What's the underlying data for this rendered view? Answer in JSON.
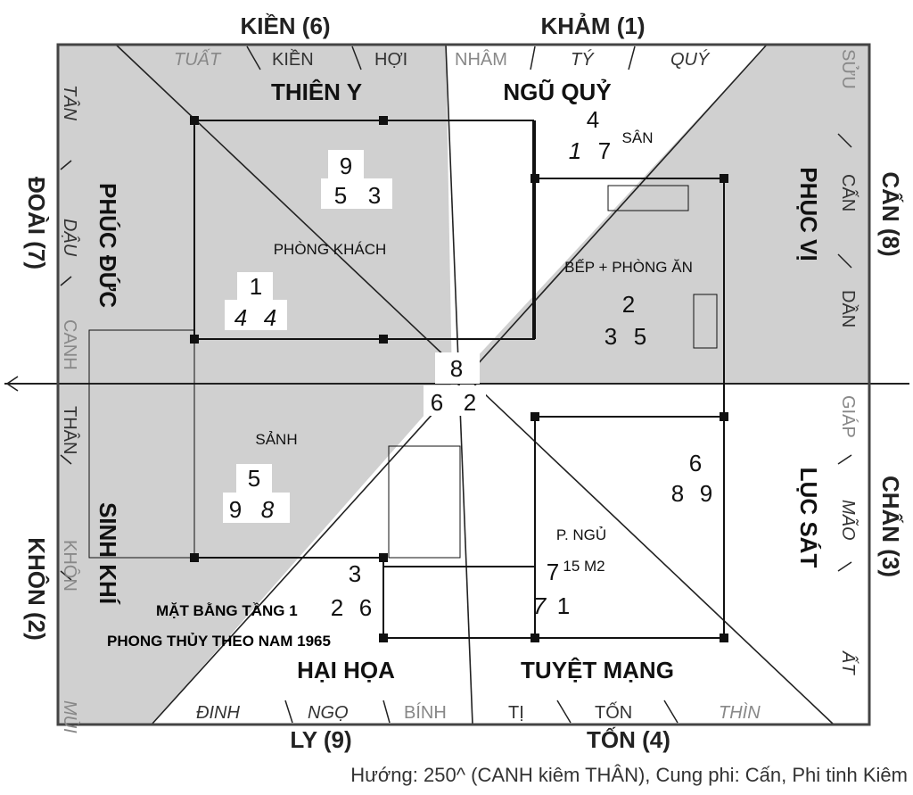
{
  "compass": {
    "top_left": "KIỀN (6)",
    "top_right": "KHẢM (1)",
    "right_top": "CẤN (8)",
    "right_bottom": "CHẤN (3)",
    "bottom_left": "LY (9)",
    "bottom_right": "TỐN (4)",
    "left_top": "ĐOÀI (7)",
    "left_bottom": "KHÔN (2)"
  },
  "sub_directions": {
    "top": [
      "TUẤT",
      "KIỀN",
      "HỢI",
      "NHÂM",
      "TÝ",
      "QUÝ"
    ],
    "right": [
      "SỬU",
      "CẤN",
      "DẦN",
      "GIÁP",
      "MÃO",
      "ẤT"
    ],
    "bottom": [
      "ĐINH",
      "NGỌ",
      "BÍNH",
      "TỊ",
      "TỐN",
      "THÌN"
    ],
    "left": [
      "TÂN",
      "DẬU",
      "CANH",
      "THÂN",
      "KHÔN",
      "MÙI"
    ]
  },
  "sectors": {
    "thien_y": "THIÊN Y",
    "ngu_quy": "NGŨ QUỶ",
    "phuc_vi": "PHỤC VỊ",
    "luc_sat": "LỤC SÁT",
    "tuyet_mang": "TUYỆT MẠNG",
    "hai_hoa": "HẠI HỌA",
    "sinh_khi": "SINH KHÍ",
    "phuc_duc": "PHÚC ĐỨC"
  },
  "rooms": {
    "living": "PHÒNG KHÁCH",
    "kitchen": "BẾP + PHÒNG ĂN",
    "yard": "SÂN",
    "hall": "SẢNH",
    "bedroom": "P. NGỦ",
    "bedroom_area": "15 M2"
  },
  "stars": {
    "living": [
      "9",
      "5",
      "3"
    ],
    "kitchen": [
      "2",
      "3",
      "5"
    ],
    "north": [
      "4",
      "1",
      "7"
    ],
    "west": [
      "1",
      "4",
      "4"
    ],
    "center": [
      "8",
      "6",
      "2"
    ],
    "hall": [
      "5",
      "9",
      "8"
    ],
    "bedroom": [
      "6",
      "8",
      "9"
    ],
    "south_east": [
      "7",
      "7",
      "1"
    ],
    "south": [
      "3",
      "2",
      "6"
    ]
  },
  "title": [
    "MẶT BẰNG TẦNG 1",
    "PHONG THỦY THEO NAM 1965"
  ],
  "caption": "Hướng: 250^ (CANH kiêm THÂN), Cung phi: Cấn, Phi tinh Kiêm",
  "colors": {
    "shade": "#d0d0d0",
    "line": "#222222"
  }
}
